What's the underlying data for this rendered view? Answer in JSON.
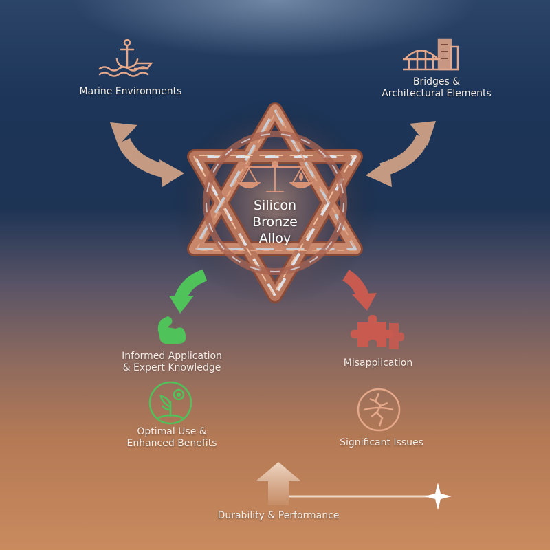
{
  "center": {
    "lines": [
      "Silicon",
      "Bronze",
      "Alloy"
    ]
  },
  "nodes": {
    "marine": {
      "label": "Marine Environments",
      "icon": "anchor-waves-icon"
    },
    "bridges": {
      "lines": [
        "Bridges &",
        "Architectural Elements"
      ],
      "icon": "bridge-building-icon"
    },
    "informed": {
      "lines": [
        "Informed Application",
        "& Expert Knowledge"
      ],
      "icon": "flexed-arm-icon"
    },
    "optimal": {
      "lines": [
        "Optimal Use &",
        "Enhanced Benefits"
      ],
      "icon": "plant-gear-icon"
    },
    "misapplication": {
      "label": "Misapplication",
      "icon": "puzzle-piece-icon"
    },
    "issues": {
      "label": "Significant Issues",
      "icon": "cracked-circle-icon"
    }
  },
  "axis": {
    "label": "Durability & Performance"
  },
  "colors": {
    "copper": "#c8876a",
    "copper_light": "#e0a585",
    "silver": "#c9ccd3",
    "positive_green": "#4fc25a",
    "negative_red": "#c85a50",
    "icon_peach": "#e6a88a",
    "arrow_tan": "#c49b82"
  }
}
